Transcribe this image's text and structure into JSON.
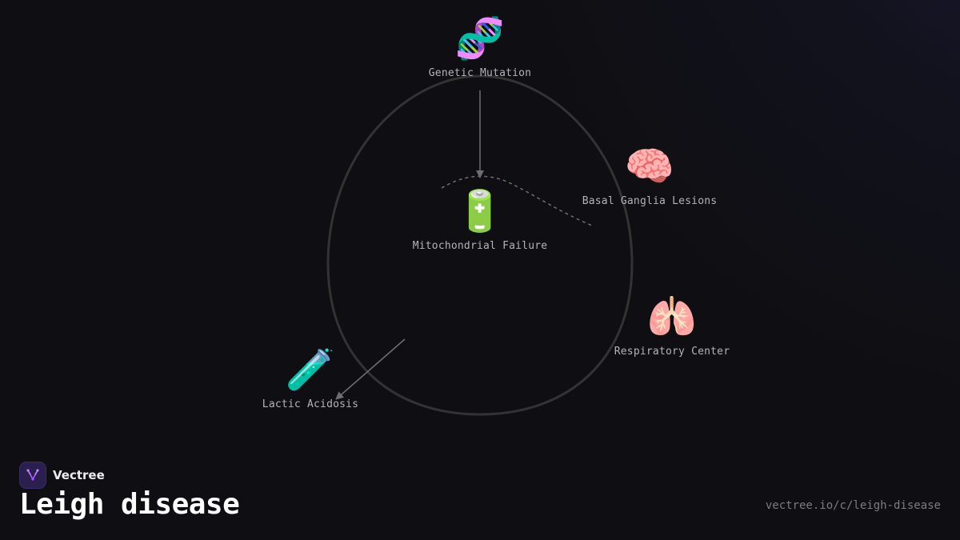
{
  "nodes": {
    "genetic_mutation": {
      "icon": "dna-icon",
      "emoji": "🧬",
      "label": "Genetic Mutation"
    },
    "mitochondrial_failure": {
      "icon": "battery-icon",
      "emoji": "🔋",
      "label": "Mitochondrial Failure"
    },
    "basal_ganglia_lesions": {
      "icon": "brain-icon",
      "emoji": "🧠",
      "label": "Basal Ganglia Lesions"
    },
    "respiratory_center": {
      "icon": "lungs-icon",
      "emoji": "🫁",
      "label": "Respiratory Center"
    },
    "lactic_acidosis": {
      "icon": "test-tube-icon",
      "emoji": "🧪",
      "label": "Lactic Acidosis"
    }
  },
  "edges": [
    {
      "from": "genetic_mutation",
      "to": "mitochondrial_failure",
      "style": "solid-arrow"
    },
    {
      "from": "mitochondrial_failure",
      "to": "basal_ganglia_lesions",
      "style": "dashed"
    },
    {
      "from": "mitochondrial_failure",
      "to": "lactic_acidosis",
      "style": "solid-arrow"
    }
  ],
  "brand": {
    "name": "Vectree",
    "icon": "vectree-logo-icon"
  },
  "title": "Leigh disease",
  "url": "vectree.io/c/leigh-disease",
  "colors": {
    "background": "#0f0f13",
    "loop": "#333333",
    "arrow": "#6e6e72",
    "label": "#b3b3b8",
    "brand_accent": "#a855f7"
  }
}
